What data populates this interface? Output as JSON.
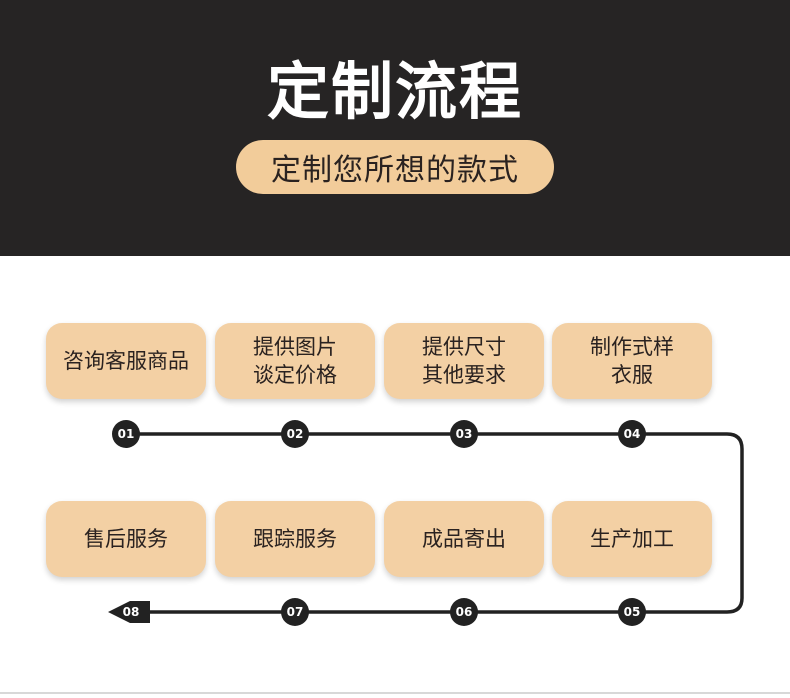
{
  "header": {
    "title": "定制流程",
    "subtitle": "定制您所想的款式"
  },
  "steps": [
    {
      "number": "01",
      "lines": [
        "咨询客服商品"
      ]
    },
    {
      "number": "02",
      "lines": [
        "提供图片",
        "谈定价格"
      ]
    },
    {
      "number": "03",
      "lines": [
        "提供尺寸",
        "其他要求"
      ]
    },
    {
      "number": "04",
      "lines": [
        "制作式样",
        "衣服"
      ]
    },
    {
      "number": "05",
      "lines": [
        "生产加工"
      ]
    },
    {
      "number": "06",
      "lines": [
        "成品寄出"
      ]
    },
    {
      "number": "07",
      "lines": [
        "跟踪服务"
      ]
    },
    {
      "number": "08",
      "lines": [
        "售后服务"
      ]
    }
  ],
  "colors": {
    "header_bg": "#262424",
    "card_bg": "#f3d0a4",
    "pill_bg": "#f2cc9a",
    "line": "#222222"
  }
}
